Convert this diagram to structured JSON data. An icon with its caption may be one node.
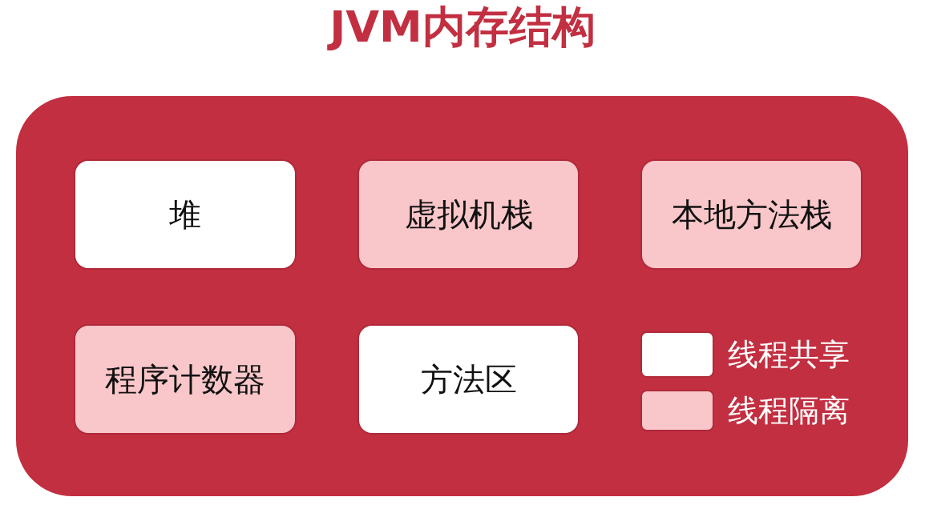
{
  "diagram": {
    "title": "JVM内存结构",
    "nodes": [
      {
        "text": [],
        "shape": "box"
      },
      {
        "text": [
          "堆"
        ],
        "in": 0
      },
      {
        "text": [
          "虚拟机栈"
        ],
        "in": 0
      },
      {
        "text": [
          "本地方法栈"
        ],
        "in": 0
      },
      {
        "text": [
          "程序计数器"
        ],
        "in": 0
      },
      {
        "text": [
          "方法区"
        ],
        "in": 0
      }
    ],
    "edges": [],
    "legend": [
      {
        "text": "线程共享",
        "color": "#ffffff"
      },
      {
        "text": "线程隔离",
        "color": "#f9c6c9"
      }
    ]
  }
}
